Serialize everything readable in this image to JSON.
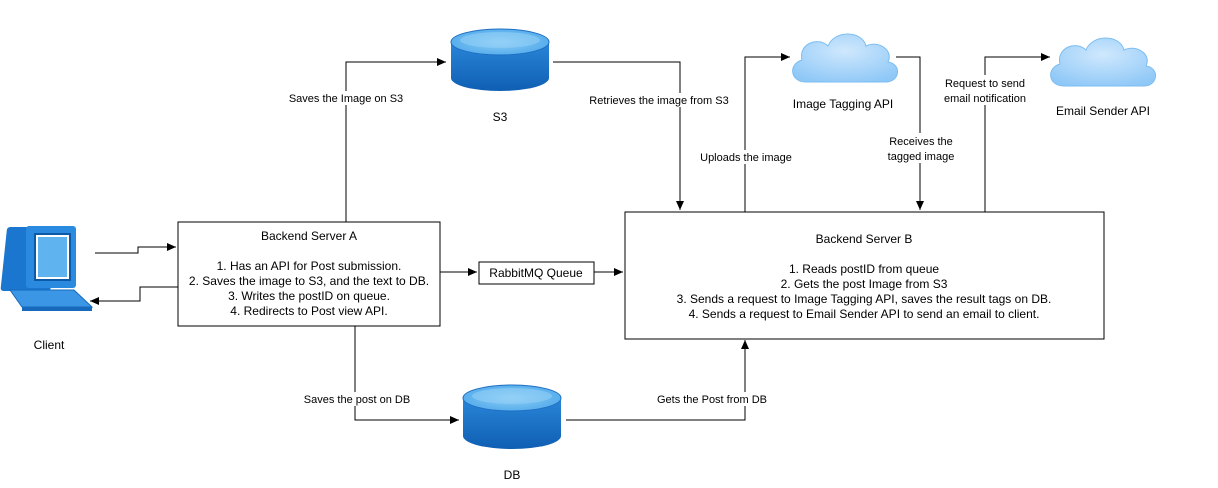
{
  "nodes": {
    "client": {
      "label": "Client"
    },
    "s3": {
      "label": "S3"
    },
    "db": {
      "label": "DB"
    },
    "image_tagging": {
      "label": "Image Tagging API"
    },
    "email_sender": {
      "label": "Email Sender API"
    },
    "queue": {
      "label": "RabbitMQ Queue"
    },
    "server_a": {
      "title": "Backend Server A",
      "lines": [
        "1. Has an API for Post submission.",
        "2. Saves the image to S3, and the text to DB.",
        "3. Writes the postID on queue.",
        "4. Redirects to Post view API."
      ]
    },
    "server_b": {
      "title": "Backend Server B",
      "lines": [
        "1. Reads postID from queue",
        "2. Gets the post Image from S3",
        "3. Sends a request to Image Tagging API, saves the result tags on DB.",
        "4. Sends a request to Email Sender API to send an email to client."
      ]
    }
  },
  "edges": {
    "a_to_s3": "Saves the Image on S3",
    "s3_to_b": "Retrieves the image from S3",
    "b_to_tagging": "Uploads the image",
    "tagging_to_b": [
      "Receives the",
      "tagged image"
    ],
    "b_to_email": [
      "Request to send",
      "email notification"
    ],
    "a_to_db": "Saves the post on DB",
    "db_to_b": "Gets the Post from DB"
  },
  "colors": {
    "cylinder_top": "#66b8f0",
    "cylinder_body": "#1a73c9",
    "cloud_fill": "#a9d6fb",
    "cloud_stroke": "#7cbdf2",
    "laptop_screen": "#1f82d8",
    "laptop_base": "#2f8fe0",
    "line": "#000000"
  }
}
